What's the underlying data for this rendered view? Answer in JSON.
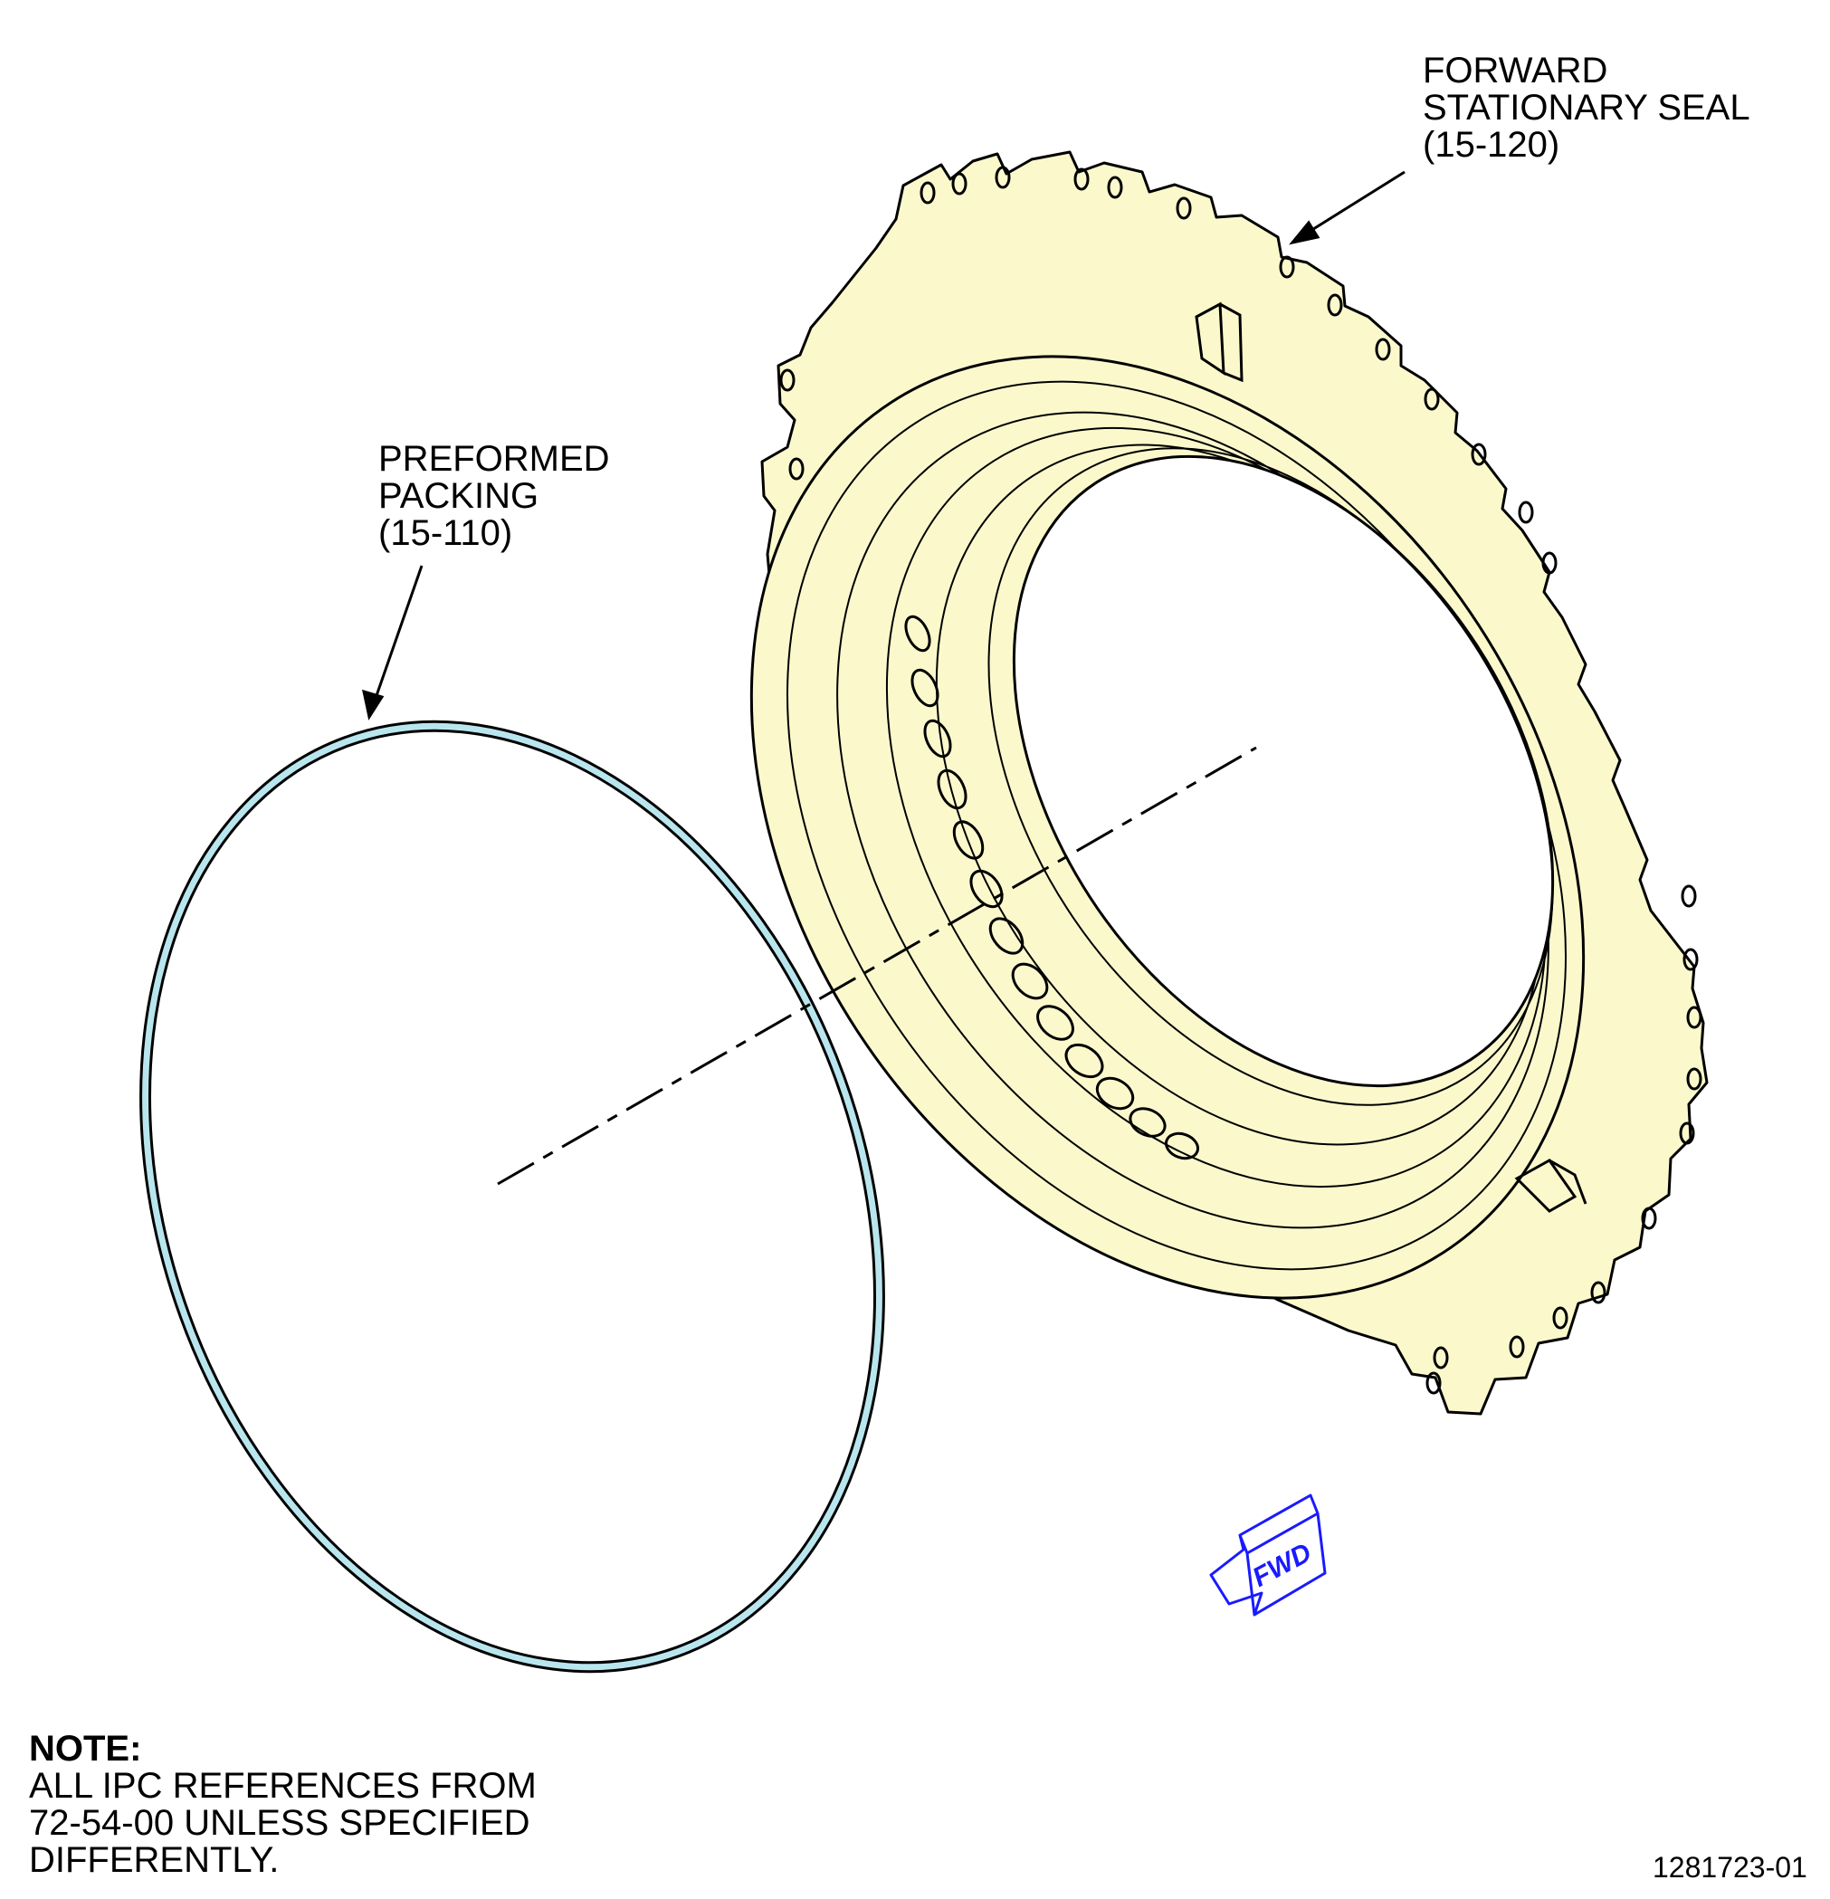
{
  "labels": {
    "seal": {
      "line1": "FORWARD",
      "line2": "STATIONARY SEAL",
      "line3": "(15-120)"
    },
    "packing": {
      "line1": "PREFORMED",
      "line2": "PACKING",
      "line3": "(15-110)"
    }
  },
  "fwd_indicator": {
    "text": "FWD",
    "color": "#1a1aff"
  },
  "note": {
    "title": "NOTE:",
    "line1": "ALL IPC REFERENCES FROM",
    "line2": "72-54-00 UNLESS SPECIFIED",
    "line3": "DIFFERENTLY."
  },
  "drawing_number": "1281723-01",
  "colors": {
    "seal_fill": "#fbf9cc",
    "packing_fill": "#b9e6ee",
    "line": "#000000",
    "background": "#ffffff"
  }
}
